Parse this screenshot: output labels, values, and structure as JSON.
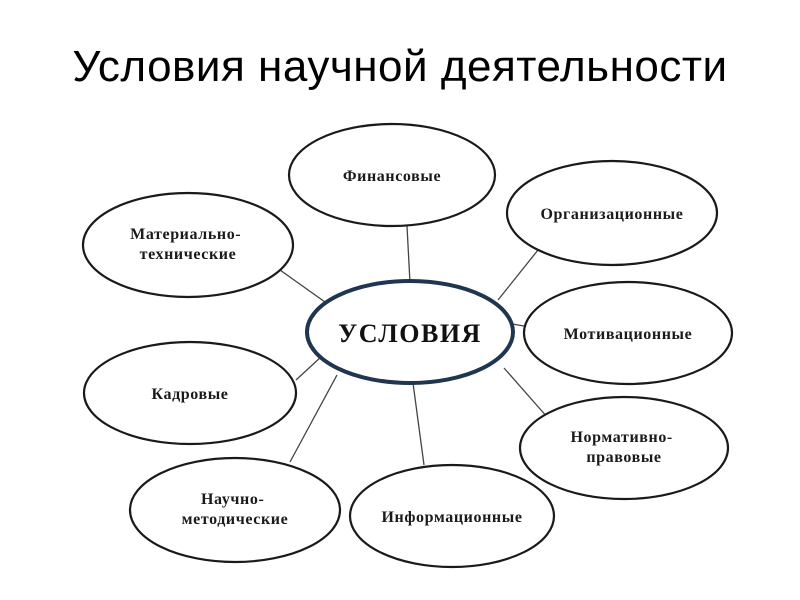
{
  "title": "Условия научной деятельности",
  "center": {
    "label": "УСЛОВИЯ"
  },
  "nodes": {
    "financial": [
      "Финансовые"
    ],
    "organizational": [
      "Организационные"
    ],
    "material_technical": [
      "Материально-",
      "технические"
    ],
    "motivational": [
      "Мотивационные"
    ],
    "personnel": [
      "Кадровые"
    ],
    "normative_legal": [
      "Нормативно-",
      "правовые"
    ],
    "scientific_methodical": [
      "Научно-",
      "методические"
    ],
    "informational": [
      "Информационные"
    ]
  },
  "colors": {
    "center_border": "#1f3550",
    "node_border": "#1a1a1a",
    "connector": "#444444",
    "text": "#111111"
  }
}
